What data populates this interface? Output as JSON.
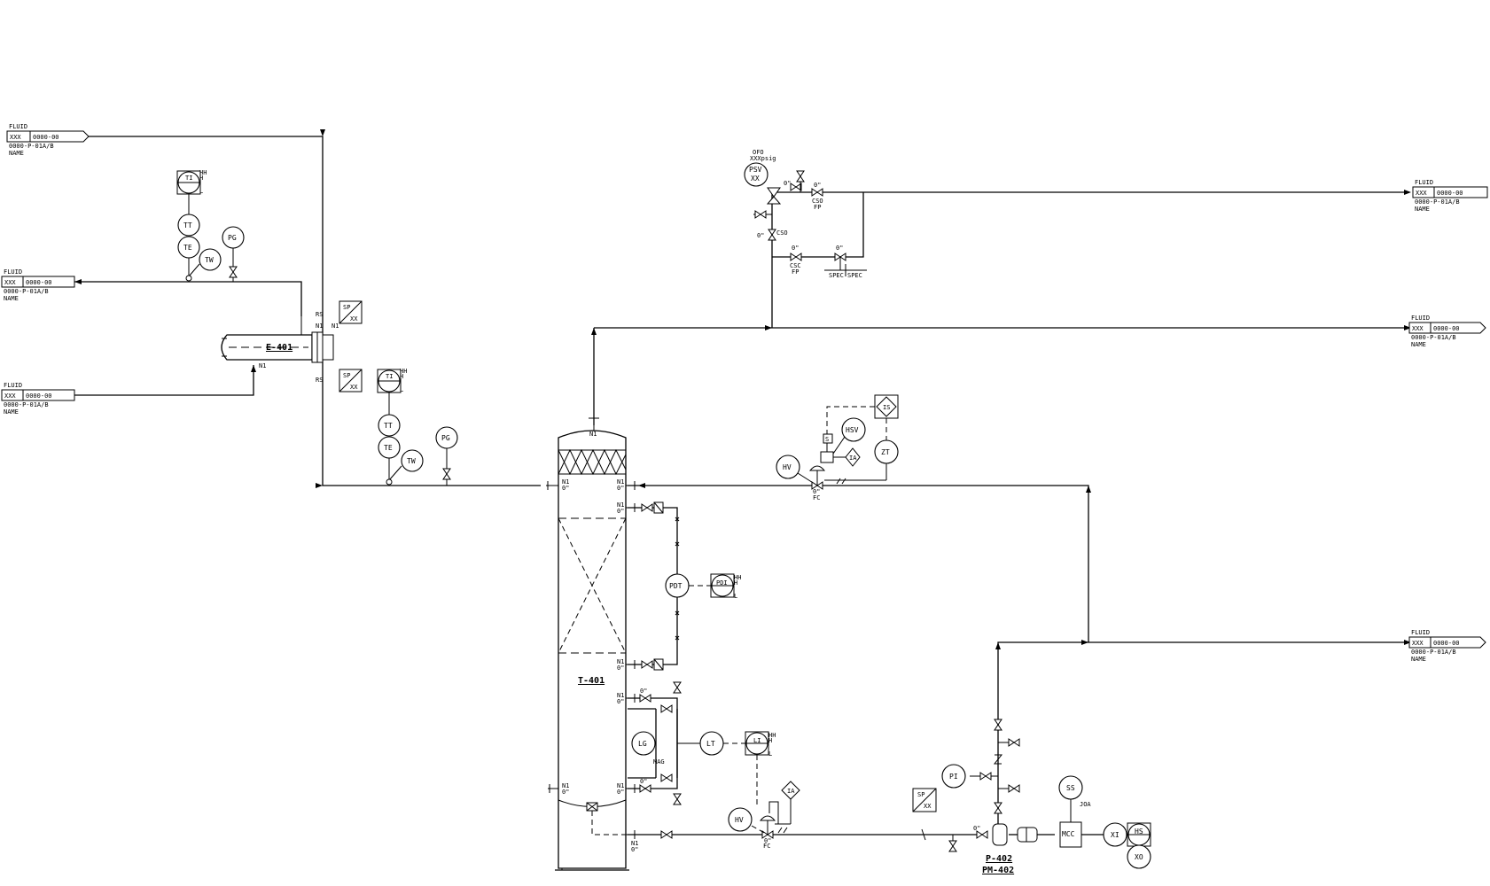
{
  "diagram": {
    "offpage": {
      "fluid": "FLUID",
      "size": "XXX",
      "number": "0000-00",
      "line_spec": "0000-P-01A/B",
      "name": "NAME"
    },
    "equipment": {
      "exchanger": "E-401",
      "column": "T-401",
      "pump": "P-402",
      "pump_motor": "PM-402",
      "mcc": "MCC"
    },
    "instruments": {
      "psv": "PSV",
      "xx": "XX",
      "ofo": "OFO",
      "set_pressure": "XXXpsig",
      "ti": "TI",
      "tt": "TT",
      "te": "TE",
      "tw": "TW",
      "pg": "PG",
      "sp": "SP",
      "pdt": "PDT",
      "pdi": "PDI",
      "lg": "LG",
      "mag": "MAG",
      "lt": "LT",
      "li": "LI",
      "hv": "HV",
      "hsv": "HSV",
      "zt": "ZT",
      "is": "IS",
      "ia": "IA",
      "s": "S",
      "pi": "PI",
      "ss": "SS",
      "joa": "JOA",
      "xi": "XI",
      "xo": "XO",
      "hs": "HS"
    },
    "alarms": {
      "hh": "HH",
      "h": "H",
      "l": "L",
      "ll": "LL"
    },
    "nozzles": {
      "n1": "N1",
      "zero": "0\"",
      "rs": "RS",
      "n1_zero": "N1\n0\""
    },
    "valve_notes": {
      "fc": "FC",
      "csc": "CSC",
      "cso": "CSO",
      "fp": "FP",
      "spec": "SPEC"
    }
  }
}
